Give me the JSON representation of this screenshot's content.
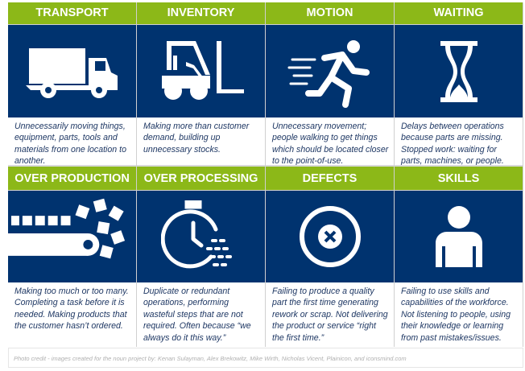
{
  "cards": [
    {
      "title": "TRANSPORT",
      "icon": "truck-icon",
      "text": "Unnecessarily moving things, equipment, parts, tools and materials from one location to another."
    },
    {
      "title": "INVENTORY",
      "icon": "forklift-icon",
      "text": "Making more than customer demand, building up unnecessary stocks."
    },
    {
      "title": "MOTION",
      "icon": "running-person-icon",
      "text": "Unnecessary movement; people walking to get things which should be located closer to the point-of-use."
    },
    {
      "title": "WAITING",
      "icon": "hourglass-icon",
      "text": "Delays between operations because parts are missing. Stopped work: waiting for parts, machines, or people."
    },
    {
      "title": "OVER PRODUCTION",
      "icon": "conveyor-boxes-icon",
      "text": "Making too much or too many. Completing a task before it is needed. Making products that the customer hasn’t ordered."
    },
    {
      "title": "OVER PROCESSING",
      "icon": "stopwatch-icon",
      "text": "Duplicate or redundant operations, performing wasteful steps that are not required. Often because “we always do it this way.”"
    },
    {
      "title": "DEFECTS",
      "icon": "x-circle-icon",
      "text": "Failing to produce a quality part the first time generating rework or scrap. Not delivering the product  or service “right the first time.”"
    },
    {
      "title": "SKILLS",
      "icon": "person-icon",
      "text": "Failing to use skills and capabilities of the workforce. Not listening to people, using their knowledge or learning from past mistakes/issues."
    }
  ],
  "footer": "Photo credit - images created for the noun project by: Kenan Sulayman, Alex Brekowitz, Mike Wirth, Nicholas Vicent, Plainicon, and  iconsmind.com",
  "colors": {
    "green": "#8cb818",
    "blue": "#00336f",
    "text": "#1f3864"
  }
}
